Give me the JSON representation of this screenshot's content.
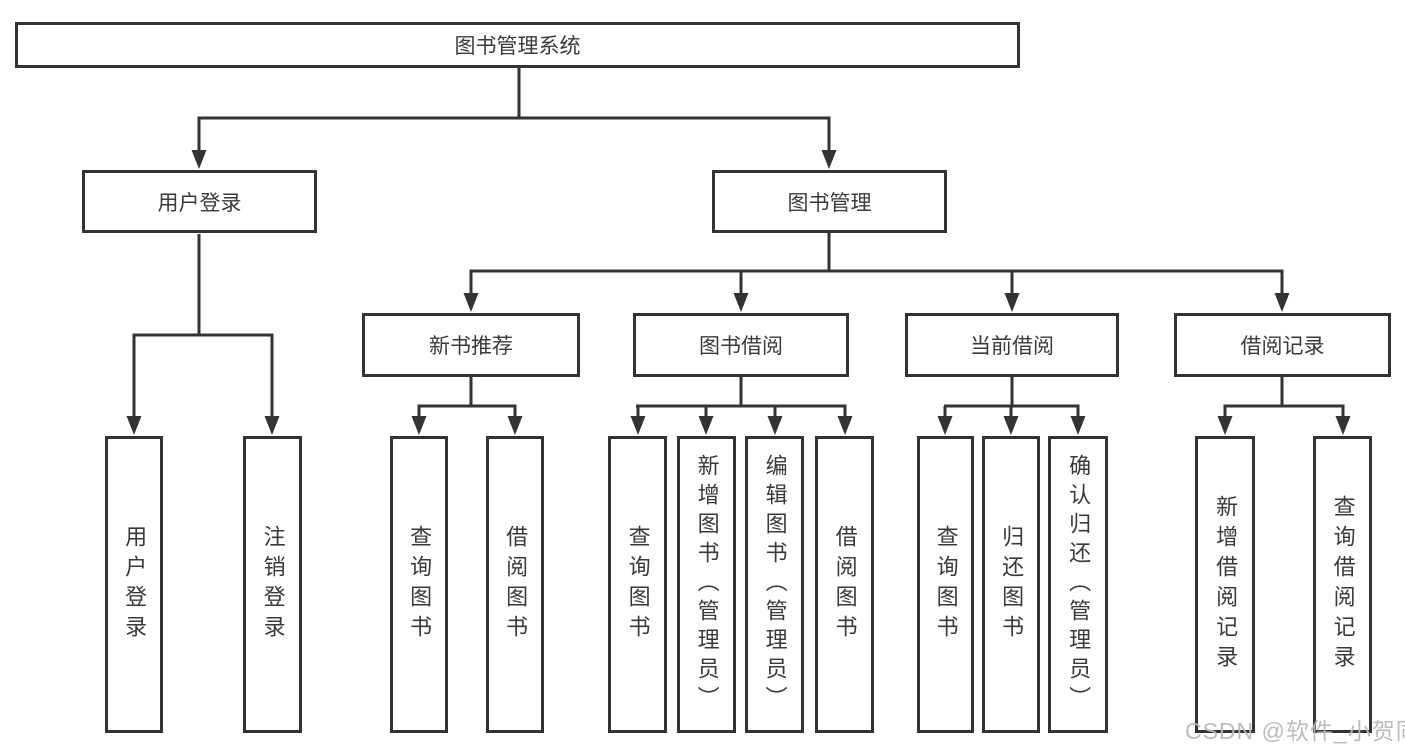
{
  "diagram": {
    "type": "hierarchy-tree",
    "colors": {
      "line": "#333333",
      "box_border": "#333333",
      "box_fill": "#ffffff",
      "text": "#3a3a3a",
      "watermark": "#b9b9b9"
    }
  },
  "tree": {
    "label": "图书管理系统",
    "children": [
      {
        "label": "用户登录",
        "children": [
          {
            "label": "用户登录"
          },
          {
            "label": "注销登录"
          }
        ]
      },
      {
        "label": "图书管理",
        "children": [
          {
            "label": "新书推荐",
            "children": [
              {
                "label": "查询图书"
              },
              {
                "label": "借阅图书"
              }
            ]
          },
          {
            "label": "图书借阅",
            "children": [
              {
                "label": "查询图书"
              },
              {
                "label": "新增图书（管理员）"
              },
              {
                "label": "编辑图书（管理员）"
              },
              {
                "label": "借阅图书"
              }
            ]
          },
          {
            "label": "当前借阅",
            "children": [
              {
                "label": "查询图书"
              },
              {
                "label": "归还图书"
              },
              {
                "label": "确认归还（管理员）"
              }
            ]
          },
          {
            "label": "借阅记录",
            "children": [
              {
                "label": "新增借阅记录"
              },
              {
                "label": "查询借阅记录"
              }
            ]
          }
        ]
      }
    ]
  },
  "watermark": {
    "text": "CSDN @软件_小贺同学"
  }
}
